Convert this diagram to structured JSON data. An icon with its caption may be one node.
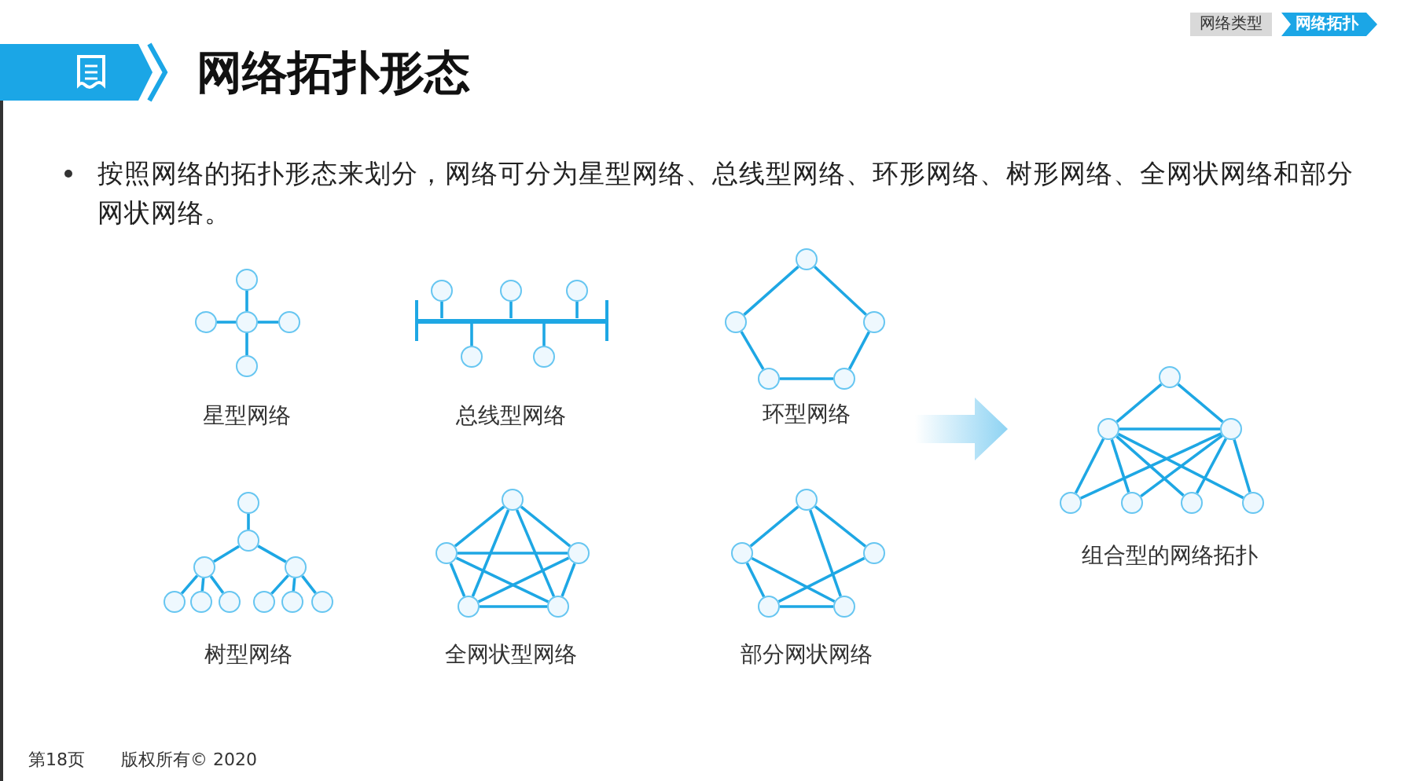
{
  "diagram": {
    "title": "网络拓扑形态",
    "nodes": [
      {
        "text": [],
        "shape": "circle"
      },
      {
        "text": [],
        "shape": "circle"
      },
      {
        "text": [],
        "shape": "circle"
      },
      {
        "text": [],
        "shape": "circle"
      },
      {
        "text": [],
        "shape": "circle"
      },
      {
        "text": [],
        "shape": "circle"
      },
      {
        "text": [],
        "shape": "circle"
      },
      {
        "text": [],
        "shape": "circle"
      },
      {
        "text": [],
        "shape": "bar"
      },
      {
        "text": [],
        "shape": "circle"
      },
      {
        "text": [],
        "shape": "circle"
      },
      {
        "text": [],
        "shape": "circle"
      },
      {
        "text": [],
        "shape": "circle"
      },
      {
        "text": [],
        "shape": "circle"
      },
      {
        "text": [],
        "shape": "circle"
      },
      {
        "text": [],
        "shape": "circle"
      },
      {
        "text": [],
        "shape": "circle"
      },
      {
        "text": [],
        "shape": "circle"
      },
      {
        "text": [],
        "shape": "circle"
      },
      {
        "text": [],
        "shape": "circle"
      },
      {
        "text": [],
        "shape": "circle"
      },
      {
        "text": [],
        "shape": "circle"
      },
      {
        "text": [],
        "shape": "circle"
      },
      {
        "text": [],
        "shape": "circle"
      },
      {
        "text": [],
        "shape": "circle"
      },
      {
        "text": [],
        "shape": "circle"
      },
      {
        "text": [],
        "shape": "circle"
      },
      {
        "text": [],
        "shape": "circle"
      },
      {
        "text": [],
        "shape": "circle"
      },
      {
        "text": [],
        "shape": "circle"
      },
      {
        "text": [],
        "shape": "circle"
      },
      {
        "text": [],
        "shape": "circle"
      },
      {
        "text": [],
        "shape": "circle"
      },
      {
        "text": [],
        "shape": "circle"
      },
      {
        "text": [],
        "shape": "circle"
      },
      {
        "text": [],
        "shape": "circle"
      },
      {
        "text": [],
        "shape": "circle"
      },
      {
        "text": [],
        "shape": "circle"
      },
      {
        "text": [],
        "shape": "circle"
      },
      {
        "text": [],
        "shape": "circle"
      },
      {
        "text": [],
        "shape": "circle"
      },
      {
        "text": [],
        "shape": "circle"
      },
      {
        "text": [],
        "shape": "circle"
      }
    ],
    "edges": [
      {
        "from": 2,
        "to": 0,
        "arrow": "none"
      },
      {
        "from": 2,
        "to": 1,
        "arrow": "none"
      },
      {
        "from": 2,
        "to": 3,
        "arrow": "none"
      },
      {
        "from": 2,
        "to": 4,
        "arrow": "none"
      },
      {
        "from": 5,
        "to": 8,
        "arrow": "none"
      },
      {
        "from": 6,
        "to": 8,
        "arrow": "none"
      },
      {
        "from": 7,
        "to": 8,
        "arrow": "none"
      },
      {
        "from": 9,
        "to": 8,
        "arrow": "none"
      },
      {
        "from": 10,
        "to": 8,
        "arrow": "none"
      },
      {
        "from": 11,
        "to": 12,
        "arrow": "none"
      },
      {
        "from": 11,
        "to": 13,
        "arrow": "none"
      },
      {
        "from": 12,
        "to": 14,
        "arrow": "none"
      },
      {
        "from": 13,
        "to": 15,
        "arrow": "none"
      },
      {
        "from": 14,
        "to": 15,
        "arrow": "none"
      },
      {
        "from": 16,
        "to": 17,
        "arrow": "none"
      },
      {
        "from": 17,
        "to": 18,
        "arrow": "none"
      },
      {
        "from": 17,
        "to": 19,
        "arrow": "none"
      },
      {
        "from": 18,
        "to": 20,
        "arrow": "none"
      },
      {
        "from": 18,
        "to": 21,
        "arrow": "none"
      },
      {
        "from": 18,
        "to": 22,
        "arrow": "none"
      },
      {
        "from": 19,
        "to": 23,
        "arrow": "none"
      },
      {
        "from": 19,
        "to": 24,
        "arrow": "none"
      },
      {
        "from": 19,
        "to": 25,
        "arrow": "none"
      },
      {
        "from": 26,
        "to": 27,
        "arrow": "none"
      },
      {
        "from": 26,
        "to": 28,
        "arrow": "none"
      },
      {
        "from": 26,
        "to": 29,
        "arrow": "none"
      },
      {
        "from": 26,
        "to": 30,
        "arrow": "none"
      },
      {
        "from": 27,
        "to": 28,
        "arrow": "none"
      },
      {
        "from": 27,
        "to": 29,
        "arrow": "none"
      },
      {
        "from": 27,
        "to": 30,
        "arrow": "none"
      },
      {
        "from": 28,
        "to": 29,
        "arrow": "none"
      },
      {
        "from": 28,
        "to": 30,
        "arrow": "none"
      },
      {
        "from": 29,
        "to": 30,
        "arrow": "none"
      },
      {
        "from": 31,
        "to": 32,
        "arrow": "none"
      },
      {
        "from": 31,
        "to": 33,
        "arrow": "none"
      },
      {
        "from": 31,
        "to": 35,
        "arrow": "none"
      },
      {
        "from": 32,
        "to": 34,
        "arrow": "none"
      },
      {
        "from": 32,
        "to": 35,
        "arrow": "none"
      },
      {
        "from": 33,
        "to": 34,
        "arrow": "none"
      },
      {
        "from": 34,
        "to": 35,
        "arrow": "none"
      },
      {
        "from": 36,
        "to": 37,
        "arrow": "none"
      },
      {
        "from": 36,
        "to": 38,
        "arrow": "none"
      },
      {
        "from": 37,
        "to": 38,
        "arrow": "none"
      },
      {
        "from": 37,
        "to": 39,
        "arrow": "none"
      },
      {
        "from": 37,
        "to": 40,
        "arrow": "none"
      },
      {
        "from": 37,
        "to": 41,
        "arrow": "none"
      },
      {
        "from": 37,
        "to": 42,
        "arrow": "none"
      },
      {
        "from": 38,
        "to": 39,
        "arrow": "none"
      },
      {
        "from": 38,
        "to": 40,
        "arrow": "none"
      },
      {
        "from": 38,
        "to": 41,
        "arrow": "none"
      },
      {
        "from": 38,
        "to": 42,
        "arrow": "none"
      }
    ],
    "labels": [
      "网络类型",
      "网络拓扑",
      "按照网络的拓扑形态来划分，网络可分为星型网络、总线型网络、环形网络、树形网络、全网状网络和部分网状网络。",
      "星型网络",
      "总线型网络",
      "环型网络",
      "组合型的网络拓扑",
      "树型网络",
      "全网状型网络",
      "部分网状网络",
      "第18页",
      "版权所有© 2020"
    ]
  }
}
